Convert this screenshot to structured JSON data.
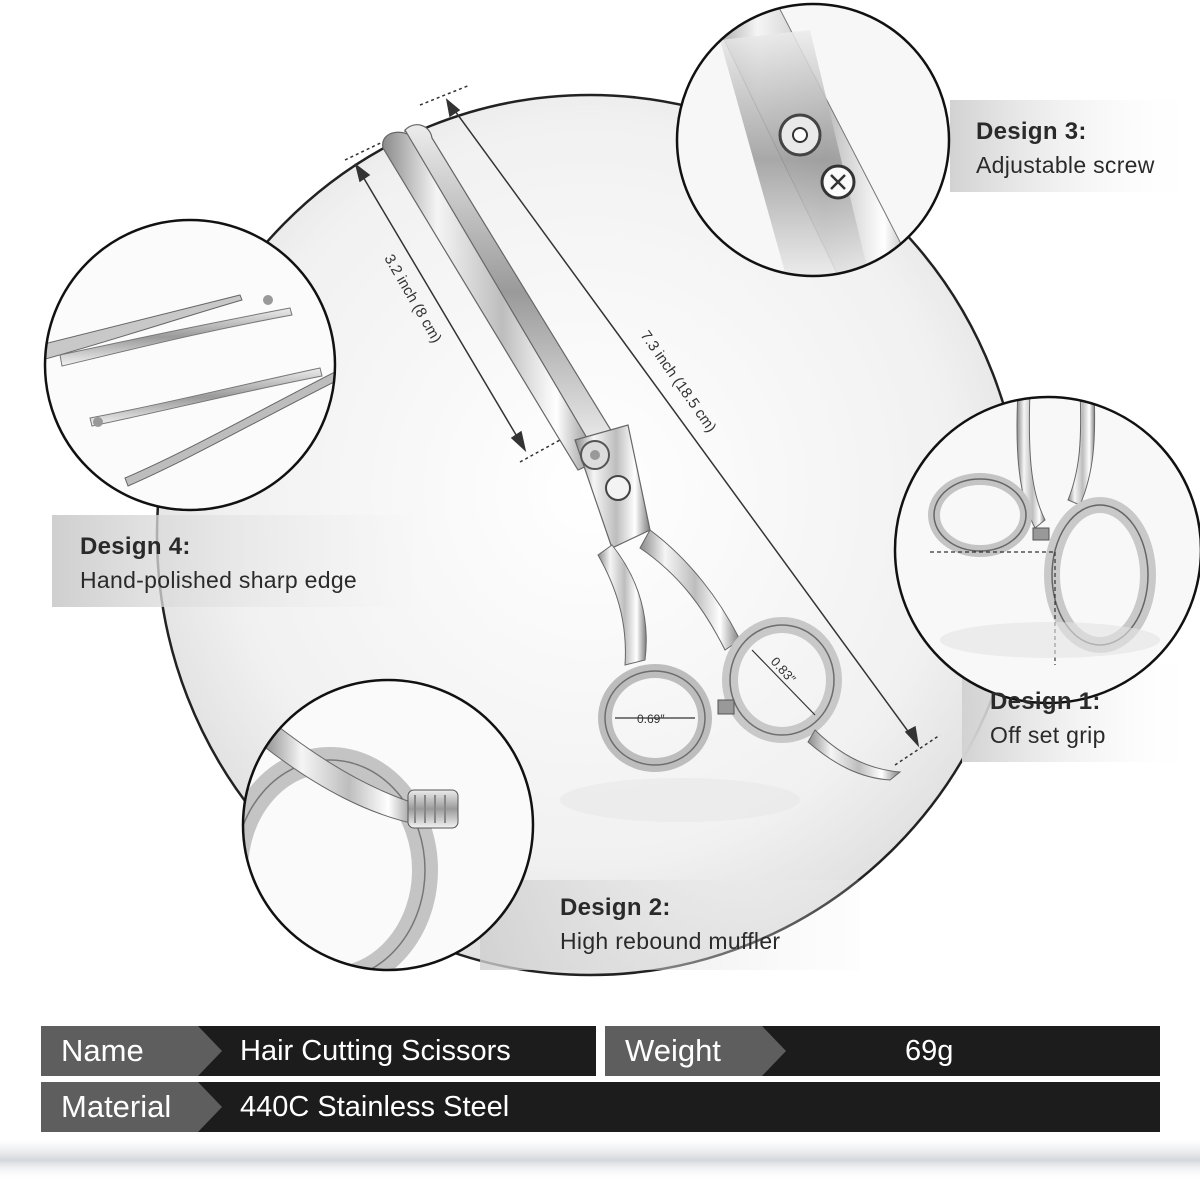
{
  "designs": {
    "d3": {
      "title": "Design 3:",
      "desc": "Adjustable screw"
    },
    "d4": {
      "title": "Design 4:",
      "desc": "Hand-polished sharp edge"
    },
    "d1": {
      "title": "Design 1:",
      "desc": "Off set grip"
    },
    "d2": {
      "title": "Design 2:",
      "desc": "High rebound muffler"
    }
  },
  "dimensions": {
    "blade": "3.2 inch (8 cm)",
    "overall": "7.3 inch (18.5 cm)",
    "small_ring": "0.69″",
    "large_ring": "0.83″"
  },
  "specs": {
    "name_label": "Name",
    "name_value": "Hair Cutting Scissors",
    "weight_label": "Weight",
    "weight_value": "69g",
    "material_label": "Material",
    "material_value": "440C Stainless Steel"
  },
  "colors": {
    "bar_dark": "#1c1c1c",
    "bar_key": "#5a5a5a",
    "steel_light": "#f2f2f2",
    "steel_dark": "#7a7a7a"
  },
  "icons": {
    "brand_logo": "scissors-logo-icon",
    "screw": "adjustable-screw-icon"
  }
}
